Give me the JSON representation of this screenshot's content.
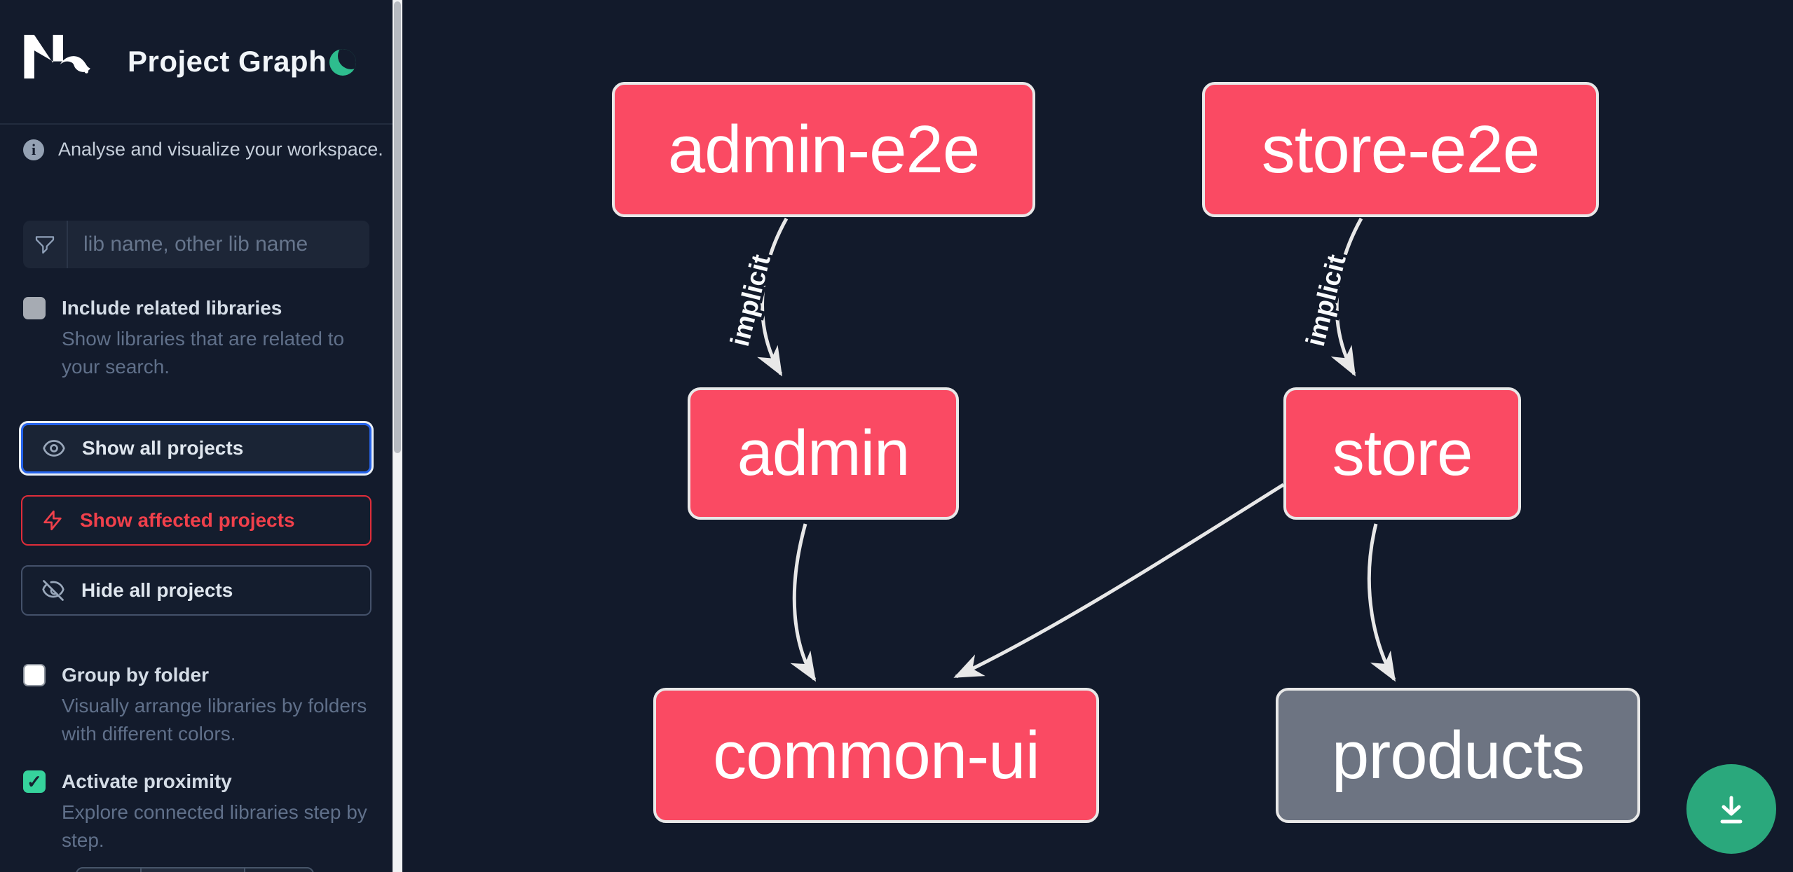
{
  "header": {
    "logo_text": "Nx",
    "title": "Project Graph"
  },
  "sidebar": {
    "info_text": "Analyse and visualize your workspace.",
    "search_placeholder": "lib name, other lib name",
    "buttons": {
      "show_all": "Show all projects",
      "show_affected": "Show affected projects",
      "hide_all": "Hide all projects"
    },
    "options": [
      {
        "label": "Include related libraries",
        "description": "Show libraries that are related to your search.",
        "checked": false
      },
      {
        "label": "Group by folder",
        "description": "Visually arrange libraries by folders with different colors.",
        "checked": false
      },
      {
        "label": "Activate proximity",
        "description": "Explore connected libraries step by step.",
        "checked": true
      }
    ],
    "checkmark": "✓"
  },
  "graph": {
    "nodes": [
      {
        "id": "admin-e2e",
        "color": "pink"
      },
      {
        "id": "store-e2e",
        "color": "pink"
      },
      {
        "id": "admin",
        "color": "pink"
      },
      {
        "id": "store",
        "color": "pink"
      },
      {
        "id": "common-ui",
        "color": "pink"
      },
      {
        "id": "products",
        "color": "gray"
      }
    ],
    "edges": [
      {
        "from": "admin-e2e",
        "to": "admin",
        "label": "implicit"
      },
      {
        "from": "store-e2e",
        "to": "store",
        "label": "implicit"
      },
      {
        "from": "admin",
        "to": "common-ui",
        "label": ""
      },
      {
        "from": "store",
        "to": "common-ui",
        "label": ""
      },
      {
        "from": "store",
        "to": "products",
        "label": ""
      }
    ]
  },
  "colors": {
    "sidebar_bg": "#131b2c",
    "canvas_bg": "#121a2b",
    "node_pink": "#fa4a63",
    "node_gray": "#6d7482",
    "node_border": "#e8e8e8",
    "edge_gray": "#e8e8e8",
    "moon_green": "#2ebd8e",
    "download_green": "#2aa87c",
    "checkbox_green": "#36d39c",
    "focus_blue": "#2563eb",
    "affected_red": "#f0404b"
  }
}
